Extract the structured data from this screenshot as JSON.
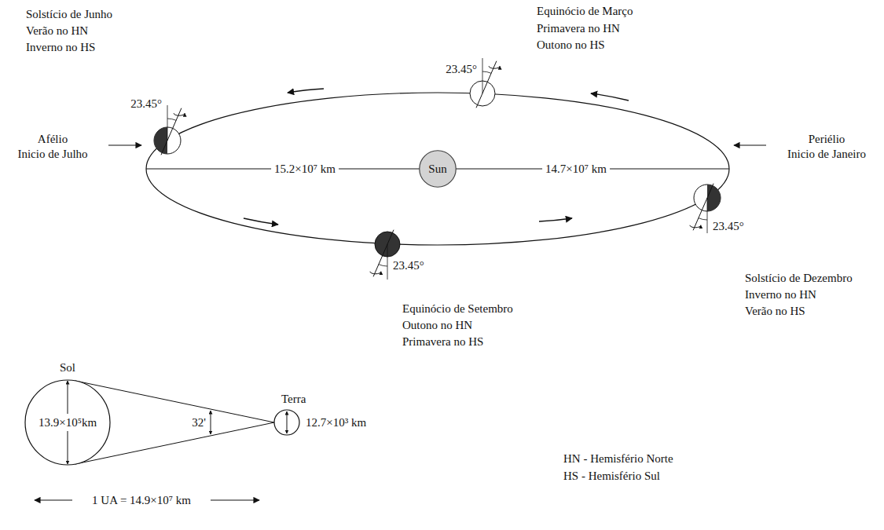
{
  "diagram": {
    "nodes": [
      {
        "text": [
          "Sun"
        ]
      },
      {
        "text": [
          "Sol",
          "13.9×10⁵km"
        ]
      },
      {
        "text": [
          "Terra",
          "12.7×10³ km"
        ]
      }
    ],
    "labels": [
      "Solstício de Junho",
      "Verão no HN",
      "Inverno no HS",
      "23.45°",
      "Equinócio de Março",
      "Primavera no HN",
      "Outono no HS",
      "23.45°",
      "Afélio",
      "Inicio de Julho",
      "15.2×10⁷ km",
      "14.7×10⁷ km",
      "Periélio",
      "Inicio de Janeiro",
      "23.45°",
      "Solstício de Dezembro",
      "Inverno no HN",
      "Verão no HS",
      "23.45°",
      "Equinócio de Setembro",
      "Outono no HN",
      "Primavera no HS",
      "32'",
      "1 UA = 14.9×10⁷ km",
      "HN - Hemisfério Norte",
      "HS - Hemisfério Sul"
    ]
  }
}
